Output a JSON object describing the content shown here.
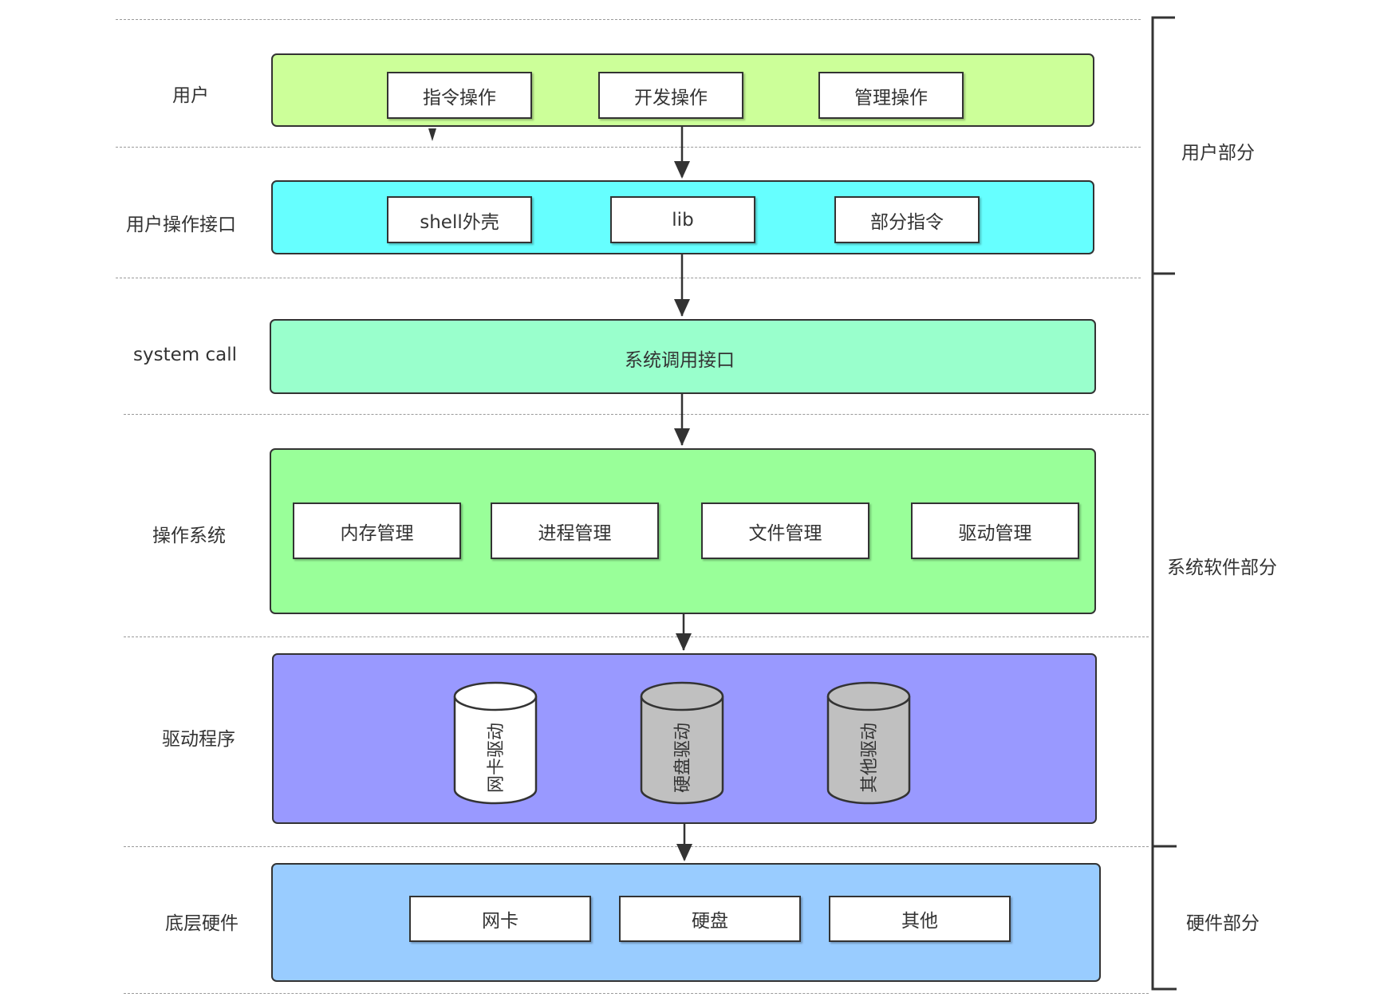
{
  "colors": {
    "user_layer": "#ccff99",
    "interface_layer": "#66ffff",
    "syscall_layer": "#99ffcc",
    "os_layer": "#99ff99",
    "driver_layer": "#9999ff",
    "hardware_layer": "#99ccff",
    "cylinder_white": "#ffffff",
    "cylinder_gray": "#c0c0c0"
  },
  "layers": {
    "user": {
      "label": "用户",
      "items": [
        "指令操作",
        "开发操作",
        "管理操作"
      ]
    },
    "interface": {
      "label": "用户操作接口",
      "items": [
        "shell外壳",
        "lib",
        "部分指令"
      ]
    },
    "syscall": {
      "label": "system call",
      "box_text": "系统调用接口"
    },
    "os": {
      "label": "操作系统",
      "items": [
        "内存管理",
        "进程管理",
        "文件管理",
        "驱动管理"
      ]
    },
    "drivers": {
      "label": "驱动程序",
      "items": [
        "网卡驱动",
        "硬盘驱动",
        "其他驱动"
      ]
    },
    "hardware": {
      "label": "底层硬件",
      "items": [
        "网卡",
        "硬盘",
        "其他"
      ]
    }
  },
  "sections": {
    "user_part": "用户部分",
    "system_software_part": "系统软件部分",
    "hardware_part": "硬件部分"
  }
}
